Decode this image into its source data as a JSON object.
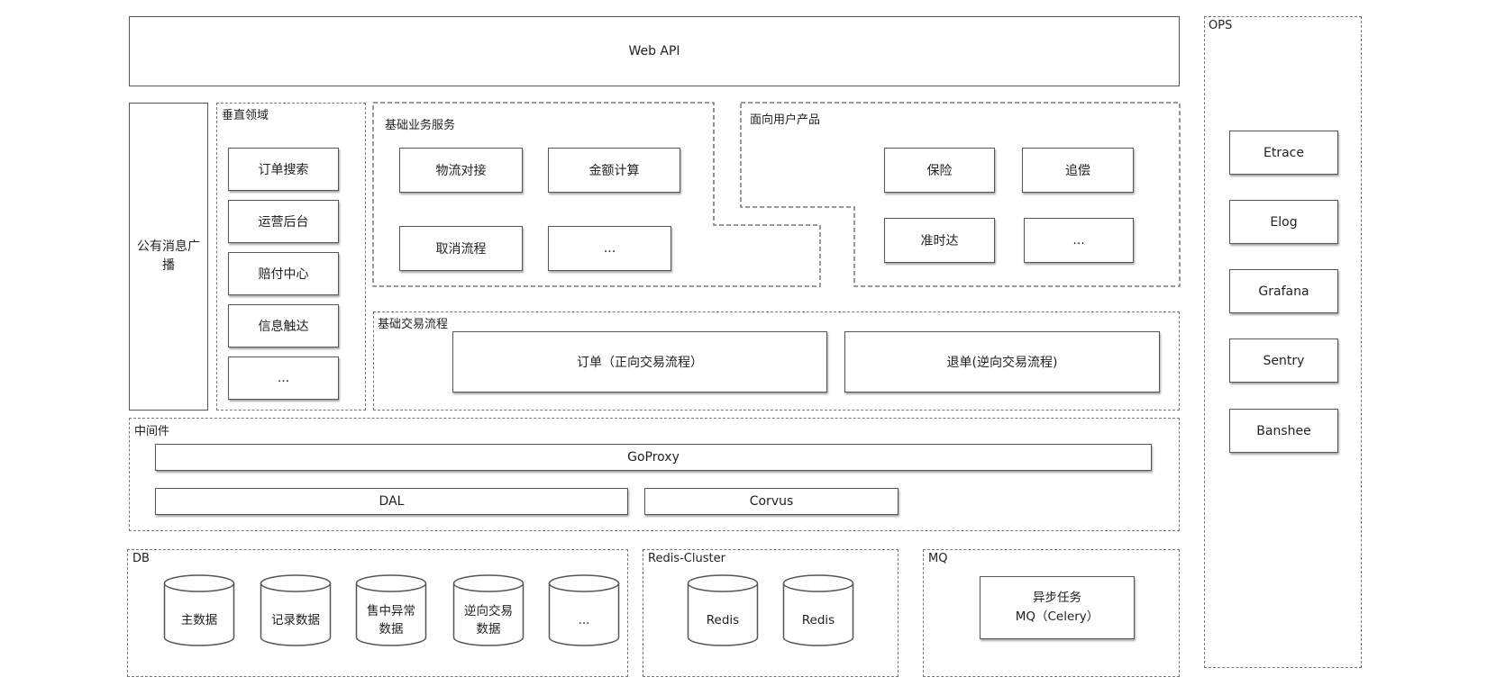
{
  "web_api": "Web API",
  "public_broadcast": "公有消息广\n播",
  "vertical": {
    "title": "垂直领域",
    "items": [
      "订单搜索",
      "运营后台",
      "赔付中心",
      "信息触达",
      "..."
    ]
  },
  "basic_service": {
    "title": "基础业务服务",
    "items": [
      "物流对接",
      "金额计算",
      "取消流程",
      "..."
    ]
  },
  "user_product": {
    "title": "面向用户产品",
    "items": [
      "保险",
      "追偿",
      "准时达",
      "..."
    ]
  },
  "trade_flow": {
    "title": "基础交易流程",
    "items": [
      "订单（正向交易流程）",
      "退单(逆向交易流程)"
    ]
  },
  "middleware": {
    "title": "中间件",
    "goproxy": "GoProxy",
    "dal": "DAL",
    "corvus": "Corvus"
  },
  "db": {
    "title": "DB",
    "items": [
      "主数据",
      "记录数据",
      "售中异常\n数据",
      "逆向交易\n数据",
      "..."
    ]
  },
  "redis": {
    "title": "Redis-Cluster",
    "items": [
      "Redis",
      "Redis"
    ]
  },
  "mq": {
    "title": "MQ",
    "item": "异步任务\nMQ（Celery）"
  },
  "ops": {
    "title": "OPS",
    "items": [
      "Etrace",
      "Elog",
      "Grafana",
      "Sentry",
      "Banshee"
    ]
  }
}
